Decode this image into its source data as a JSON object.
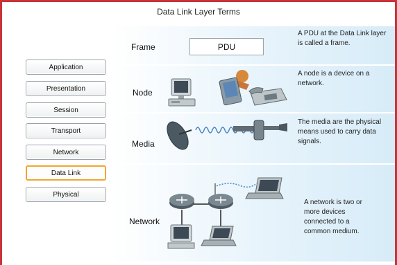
{
  "title": "Data Link Layer Terms",
  "layers": [
    {
      "label": "Application",
      "active": false
    },
    {
      "label": "Presentation",
      "active": false
    },
    {
      "label": "Session",
      "active": false
    },
    {
      "label": "Transport",
      "active": false
    },
    {
      "label": "Network",
      "active": false
    },
    {
      "label": "Data Link",
      "active": true
    },
    {
      "label": "Physical",
      "active": false
    }
  ],
  "terms": {
    "frame": {
      "label": "Frame",
      "box": "PDU",
      "description": [
        "A PDU at the Data Link layer",
        "is called a frame."
      ]
    },
    "node": {
      "label": "Node",
      "description": [
        "A node is a device on a",
        "network."
      ]
    },
    "media": {
      "label": "Media",
      "description": [
        "The media are the physical",
        "means used to carry data",
        "signals."
      ]
    },
    "network": {
      "label": "Network",
      "description": [
        "A network is two or",
        "more devices",
        "connected to a",
        "common medium."
      ]
    }
  },
  "colors": {
    "border": "#c9333a",
    "active": "#f0a530",
    "band": "#d7ecf8"
  },
  "icons": [
    "computer-icon",
    "pda-icon",
    "telephone-icon",
    "satellite-dish-icon",
    "antenna-icon",
    "router-icon",
    "laptop-icon"
  ]
}
